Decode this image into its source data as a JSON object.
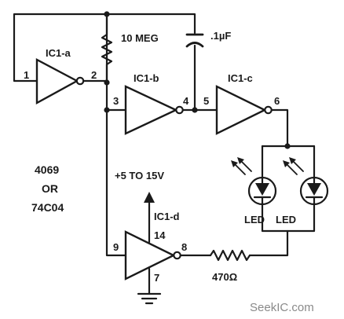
{
  "gates": {
    "a": "IC1-a",
    "b": "IC1-b",
    "c": "IC1-c",
    "d": "IC1-d"
  },
  "pins": {
    "p1": "1",
    "p2": "2",
    "p3": "3",
    "p4": "4",
    "p5": "5",
    "p6": "6",
    "p7": "7",
    "p8": "8",
    "p9": "9",
    "p14": "14"
  },
  "components": {
    "resistor_top": "10 MEG",
    "capacitor": ".1µF",
    "resistor_bottom": "470Ω",
    "led_left": "LED",
    "led_right": "LED"
  },
  "supply": "+5 TO 15V",
  "part_numbers": {
    "line1": "4069",
    "line2": "OR",
    "line3": "74C04"
  },
  "watermark": "SeekIC.com"
}
